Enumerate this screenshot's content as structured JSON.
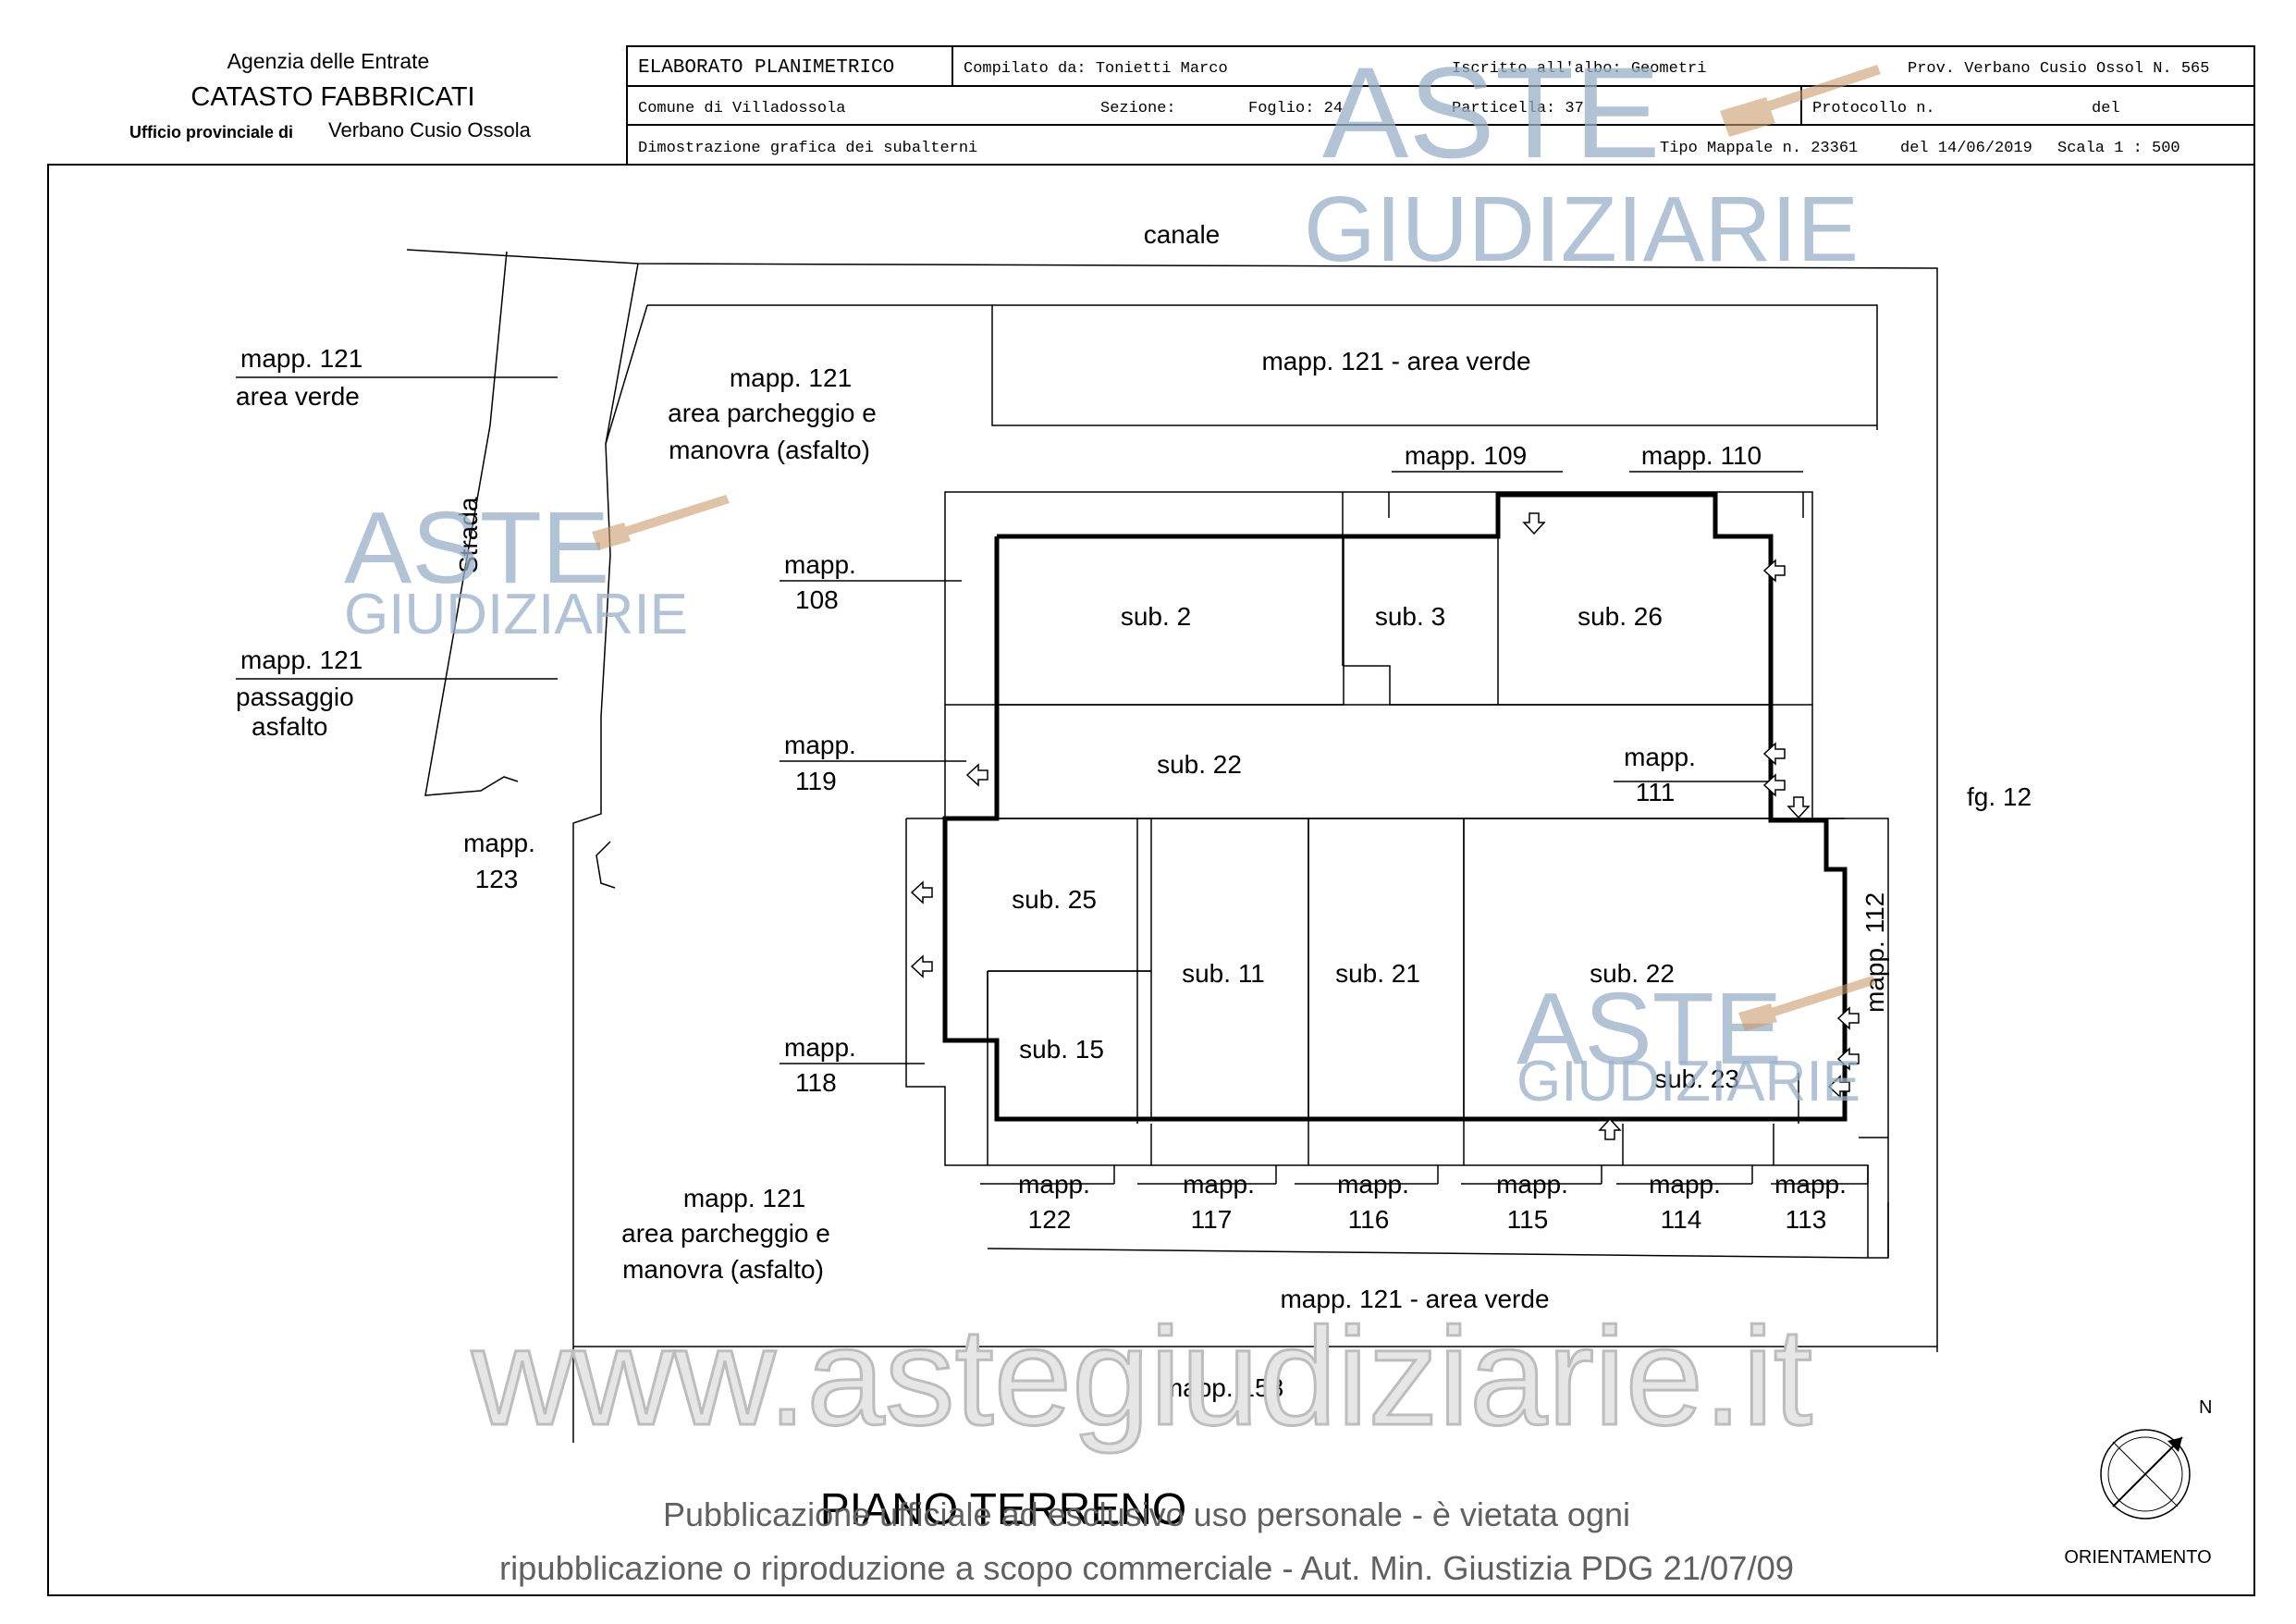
{
  "header": {
    "agency": "Agenzia delle Entrate",
    "catasto": "CATASTO FABBRICATI",
    "ufficio_prefix": "Ufficio provinciale di",
    "ufficio": "Verbano Cusio Ossola",
    "doc_type": "ELABORATO PLANIMETRICO",
    "compilato": "Compilato da: Tonietti Marco",
    "iscritto": "Iscritto all'albo: Geometri",
    "prov": "Prov. Verbano Cusio Ossol N. 565",
    "comune": "Comune di Villadossola",
    "sezione": "Sezione:",
    "foglio": "Foglio: 24",
    "particella": "Particella: 37",
    "protocollo": "Protocollo n.",
    "del": "del",
    "dimostrazione": "Dimostrazione grafica dei subalterni",
    "tipo_mappale": "Tipo Mappale n. 23361",
    "data": "del 14/06/2019",
    "scala": "Scala 1 : 500"
  },
  "plan": {
    "canale": "canale",
    "area_verde_north": "mapp. 121 - area verde",
    "area_verde_south": "mapp. 121 - area verde",
    "strada": "Strada",
    "west_121_a": [
      "mapp. 121",
      "area verde"
    ],
    "west_121_b": [
      "mapp. 121",
      "passaggio",
      "asfalto"
    ],
    "mapp123": [
      "mapp.",
      "123"
    ],
    "parcheggio_nord": [
      "mapp. 121",
      "area parcheggio e",
      "manovra (asfalto)"
    ],
    "parcheggio_sud": [
      "mapp. 121",
      "area parcheggio e",
      "manovra (asfalto)"
    ],
    "mapp108": [
      "mapp.",
      "108"
    ],
    "mapp119": [
      "mapp.",
      "119"
    ],
    "mapp118": [
      "mapp.",
      "118"
    ],
    "mapp109": "mapp. 109",
    "mapp110": "mapp. 110",
    "mapp111": [
      "mapp.",
      "111"
    ],
    "mapp112": "mapp. 112",
    "mapp158": "mapp. 158",
    "fg12": "fg. 12",
    "bottom_mapps": [
      [
        "mapp.",
        "122"
      ],
      [
        "mapp.",
        "117"
      ],
      [
        "mapp.",
        "116"
      ],
      [
        "mapp.",
        "115"
      ],
      [
        "mapp.",
        "114"
      ],
      [
        "mapp.",
        "113"
      ]
    ],
    "subs": {
      "sub2": "sub. 2",
      "sub3": "sub. 3",
      "sub26": "sub. 26",
      "sub22a": "sub. 22",
      "sub25": "sub. 25",
      "sub15": "sub. 15",
      "sub11": "sub. 11",
      "sub21": "sub. 21",
      "sub22b": "sub. 22",
      "sub23": "sub. 23"
    },
    "piano": "PIANO TERRENO",
    "north": "N",
    "orientamento": "ORIENTAMENTO"
  },
  "watermark": {
    "aste": "ASTE",
    "giudiziarie": "GIUDIZIARIE",
    "website": "www.astegiudiziarie.it",
    "note_line1": "Pubblicazione ufficiale ad esclusivo uso personale - è vietata ogni",
    "note_line2": "ripubblicazione o riproduzione a scopo commerciale - Aut. Min. Giustizia PDG 21/07/09"
  }
}
